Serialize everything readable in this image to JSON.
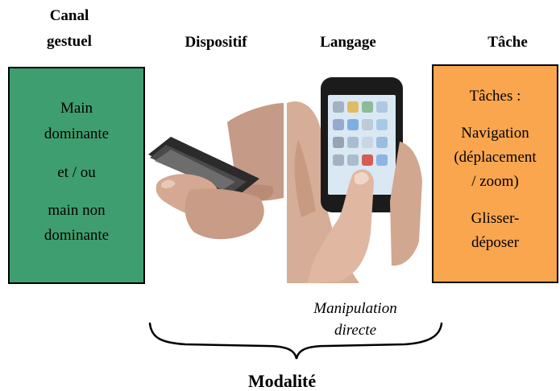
{
  "headers": {
    "canal_line1": "Canal",
    "canal_line2": "gestuel",
    "dispositif": "Dispositif",
    "langage": "Langage",
    "tache": "Tâche"
  },
  "left_box": {
    "line1": "Main",
    "line2": "dominante",
    "line3": "et / ou",
    "line4": "main non",
    "line5": "dominante",
    "color": "#3f9e6f"
  },
  "right_box": {
    "line1": "Tâches :",
    "line2": "Navigation",
    "line3": "(déplacement",
    "line4": "/ zoom)",
    "line5": "Glisser-",
    "line6": "déposer",
    "color": "#f9a64f"
  },
  "caption": {
    "line1": "Manipulation",
    "line2": "directe"
  },
  "modalite": "Modalité",
  "images": {
    "left": "hand-holding-phone-sideways",
    "right": "finger-touching-phone-screen"
  }
}
